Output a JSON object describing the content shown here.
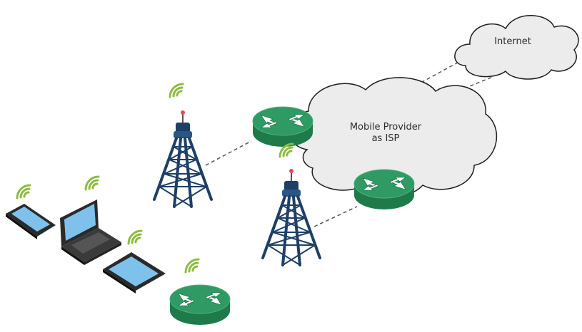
{
  "clouds": {
    "internet": {
      "label": "Internet"
    },
    "mobile_provider": {
      "line1": "Mobile Provider",
      "line2": "as ISP"
    }
  },
  "colors": {
    "cloud_fill": "#ececec",
    "cloud_stroke": "#1e1e1e",
    "router_top": "#2f9a63",
    "router_side": "#1f7a4a",
    "tower": "#1e3f66",
    "wifi": "#8cbd3e",
    "device_screen": "#7ec2ec",
    "device_body": "#2a2a2a",
    "dashed_link": "#555555"
  },
  "icons": [
    "cloud-internet",
    "cloud-mobile-provider",
    "router",
    "cell-tower",
    "smartphone",
    "laptop",
    "tablet",
    "wifi-signal"
  ]
}
